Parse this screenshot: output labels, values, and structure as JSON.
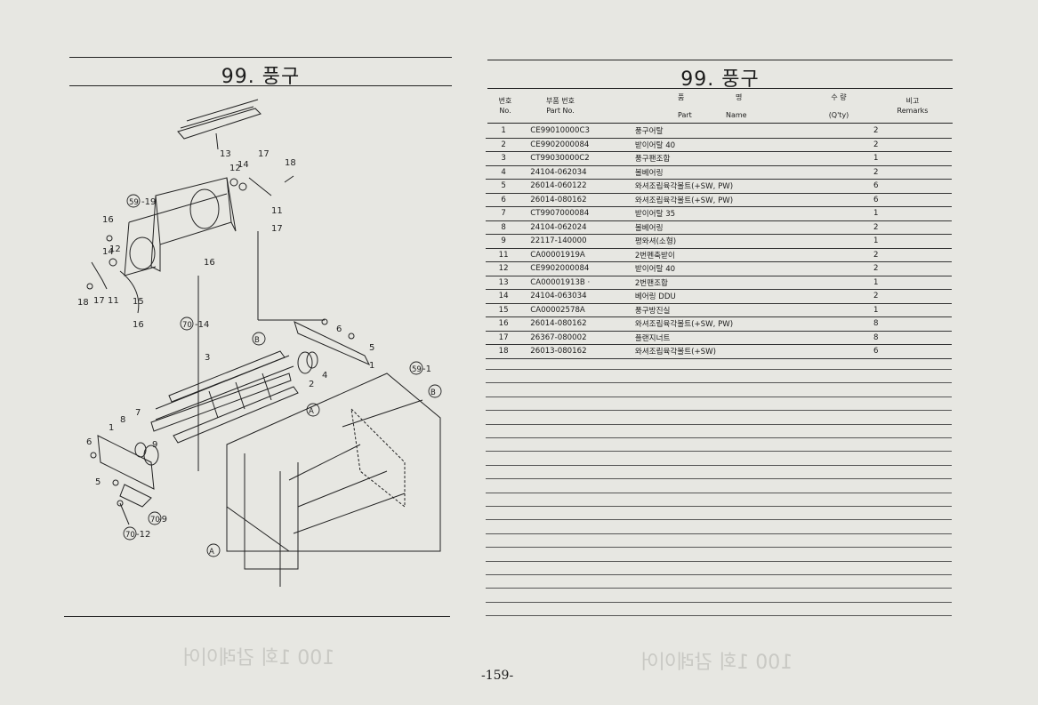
{
  "left": {
    "title": "99. 풍구"
  },
  "right": {
    "title": "99. 풍구",
    "header": {
      "no_ko": "번호",
      "no_en": "No.",
      "part_no_ko": "부품 번호",
      "part_no_en": "Part  No.",
      "name_ko1": "품",
      "name_ko2": "명",
      "part_en": "Part",
      "name_en": "Name",
      "qty_ko": "수  량",
      "qty_en": "(Q'ty)",
      "remarks_ko": "비고",
      "remarks_en": "Remarks"
    },
    "rows": [
      {
        "no": "1",
        "part": "CE99010000C3",
        "name": "풍구어탈",
        "qty": "2"
      },
      {
        "no": "2",
        "part": "CE9902000084",
        "name": "받이어탈 40",
        "qty": "2"
      },
      {
        "no": "3",
        "part": "CT99030000C2",
        "name": "풍구팬조합",
        "qty": "1"
      },
      {
        "no": "4",
        "part": "24104-062034",
        "name": "볼베어링",
        "qty": "2"
      },
      {
        "no": "5",
        "part": "26014-060122",
        "name": "와셔조립육각볼트(+SW, PW)",
        "qty": "6"
      },
      {
        "no": "6",
        "part": "26014-080162",
        "name": "와셔조립육각볼트(+SW, PW)",
        "qty": "6"
      },
      {
        "no": "7",
        "part": "CT9907000084",
        "name": "받이어탈 35",
        "qty": "1"
      },
      {
        "no": "8",
        "part": "24104-062024",
        "name": "볼베어링",
        "qty": "2"
      },
      {
        "no": "9",
        "part": "22117-140000",
        "name": "평와셔(소형)",
        "qty": "1"
      },
      {
        "no": "11",
        "part": "CA00001919A",
        "name": "2번펜축받이",
        "qty": "2"
      },
      {
        "no": "12",
        "part": "CE9902000084",
        "name": "받이어탈 40",
        "qty": "2"
      },
      {
        "no": "13",
        "part": "CA00001913B  ·",
        "name": "2번팬조합",
        "qty": "1"
      },
      {
        "no": "14",
        "part": "24104-063034",
        "name": "베어링 DDU",
        "qty": "2"
      },
      {
        "no": "15",
        "part": "CA00002578A",
        "name": "풍구방진실",
        "qty": "1"
      },
      {
        "no": "16",
        "part": "26014-080162",
        "name": "와셔조립육각볼트(+SW, PW)",
        "qty": "8"
      },
      {
        "no": "17",
        "part": "26367-080002",
        "name": "플랜지너트",
        "qty": "8"
      },
      {
        "no": "18",
        "part": "26013-080162",
        "name": "와셔조립육각볼트(+SW)",
        "qty": "6"
      }
    ]
  },
  "diagram": {
    "labels": [
      "13",
      "12",
      "14",
      "17",
      "18",
      "59",
      "-19",
      "16",
      "14",
      "12",
      "11",
      "17",
      "16",
      "18",
      "17",
      "11",
      "15",
      "16",
      "70",
      "-14",
      "B",
      "6",
      "5",
      "3",
      "1",
      "59",
      "-1",
      "2",
      "4",
      "B",
      "A",
      "7",
      "8",
      "9",
      "6",
      "1",
      "5",
      "70",
      "-9",
      "70",
      "-12",
      "A"
    ]
  },
  "page_number": "-159-"
}
